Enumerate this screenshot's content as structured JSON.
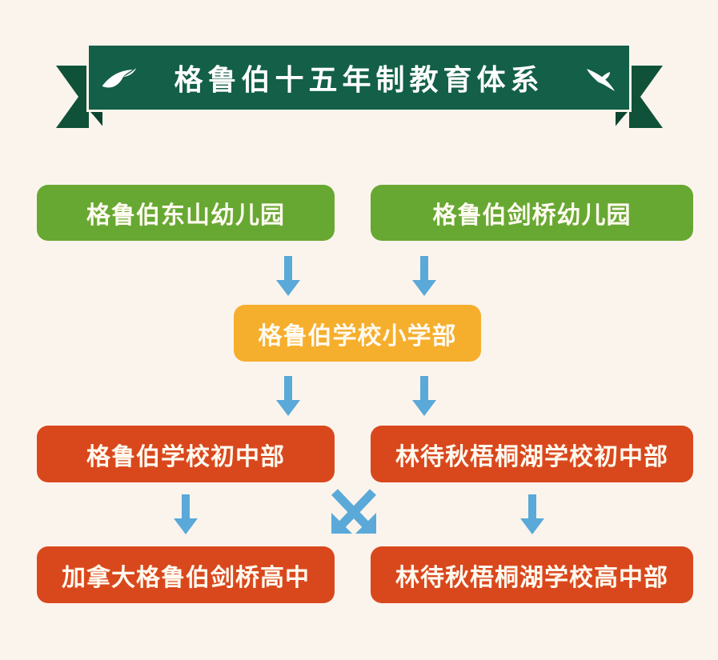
{
  "title": "格鲁伯十五年制教育体系",
  "colors": {
    "background": "#fbf4ec",
    "banner": "#135f47",
    "banner_tail": "#0f5239",
    "kindergarten": "#67a833",
    "primary": "#f6ae2d",
    "secondary": "#d9481d",
    "arrow": "#5aa9d9"
  },
  "levels": {
    "kindergarten": [
      {
        "label": "格鲁伯东山幼儿园"
      },
      {
        "label": "格鲁伯剑桥幼儿园"
      }
    ],
    "primary": [
      {
        "label": "格鲁伯学校小学部"
      }
    ],
    "middle": [
      {
        "label": "格鲁伯学校初中部"
      },
      {
        "label": "林待秋梧桐湖学校初中部"
      }
    ],
    "high": [
      {
        "label": "加拿大格鲁伯剑桥高中"
      },
      {
        "label": "林待秋梧桐湖学校高中部"
      }
    ]
  },
  "arrows": [
    {
      "type": "down",
      "from": "格鲁伯东山幼儿园",
      "to": "格鲁伯学校小学部"
    },
    {
      "type": "down",
      "from": "格鲁伯剑桥幼儿园",
      "to": "格鲁伯学校小学部"
    },
    {
      "type": "down",
      "from": "格鲁伯学校小学部",
      "to": "格鲁伯学校初中部"
    },
    {
      "type": "down",
      "from": "格鲁伯学校小学部",
      "to": "林待秋梧桐湖学校初中部"
    },
    {
      "type": "down",
      "from": "格鲁伯学校初中部",
      "to": "加拿大格鲁伯剑桥高中"
    },
    {
      "type": "cross",
      "from": "both middle schools",
      "to": "both high schools"
    },
    {
      "type": "down",
      "from": "林待秋梧桐湖学校初中部",
      "to": "林待秋梧桐湖学校高中部"
    }
  ]
}
